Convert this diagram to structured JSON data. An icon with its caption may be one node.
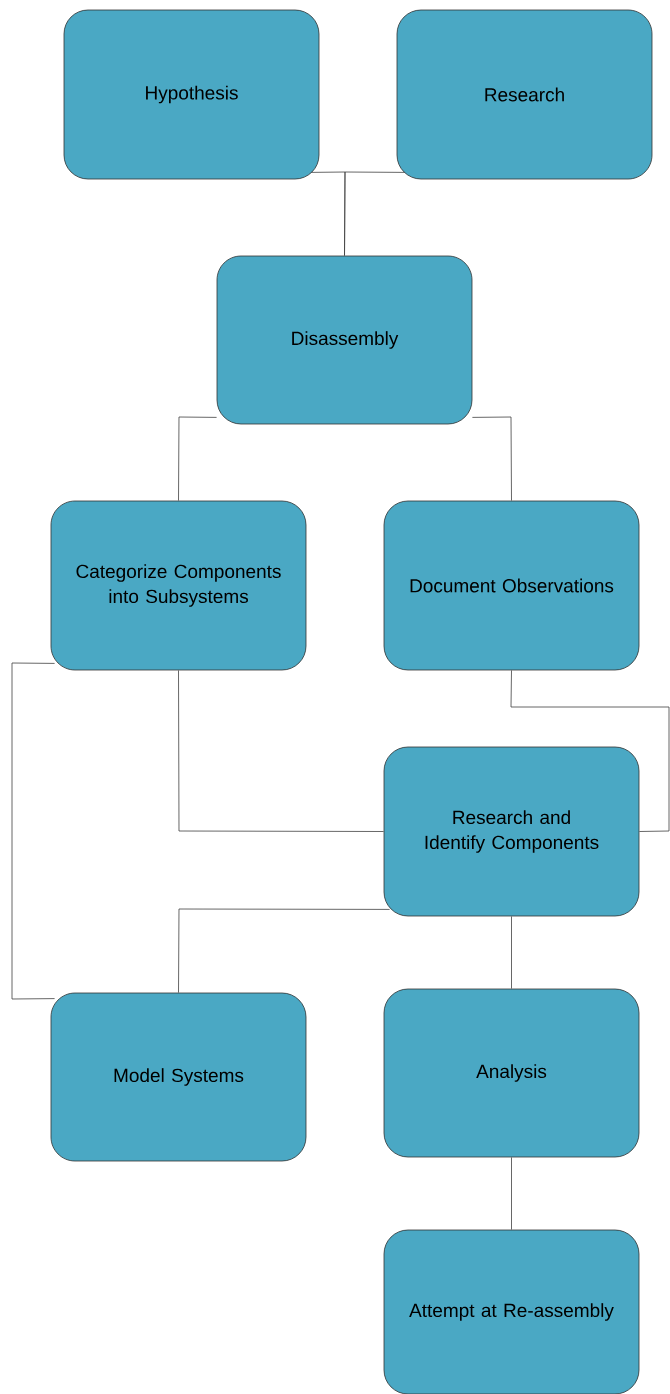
{
  "diagram": {
    "nodes": [
      {
        "text": [
          "Hypothesis"
        ]
      },
      {
        "text": [
          "Research"
        ]
      },
      {
        "text": [
          "Disassembly"
        ]
      },
      {
        "text": [
          "Categorize Components into Subsystems"
        ]
      },
      {
        "text": [
          "Document Observations"
        ]
      },
      {
        "text": [
          "Research and Identify Components"
        ]
      },
      {
        "text": [
          "Model Systems"
        ]
      },
      {
        "text": [
          "Analysis"
        ]
      },
      {
        "text": [
          "Attempt at Re-assembly"
        ]
      }
    ],
    "edges": [
      {
        "from": 0,
        "to": 2,
        "arrow": "none"
      },
      {
        "from": 1,
        "to": 2,
        "arrow": "none"
      },
      {
        "from": 2,
        "to": 3,
        "arrow": "none"
      },
      {
        "from": 2,
        "to": 4,
        "arrow": "none"
      },
      {
        "from": 3,
        "to": 5,
        "arrow": "none"
      },
      {
        "from": 3,
        "to": 6,
        "arrow": "none"
      },
      {
        "from": 4,
        "to": 5,
        "arrow": "none"
      },
      {
        "from": 5,
        "to": 6,
        "arrow": "none"
      },
      {
        "from": 5,
        "to": 7,
        "arrow": "none"
      },
      {
        "from": 7,
        "to": 8,
        "arrow": "none"
      }
    ]
  }
}
